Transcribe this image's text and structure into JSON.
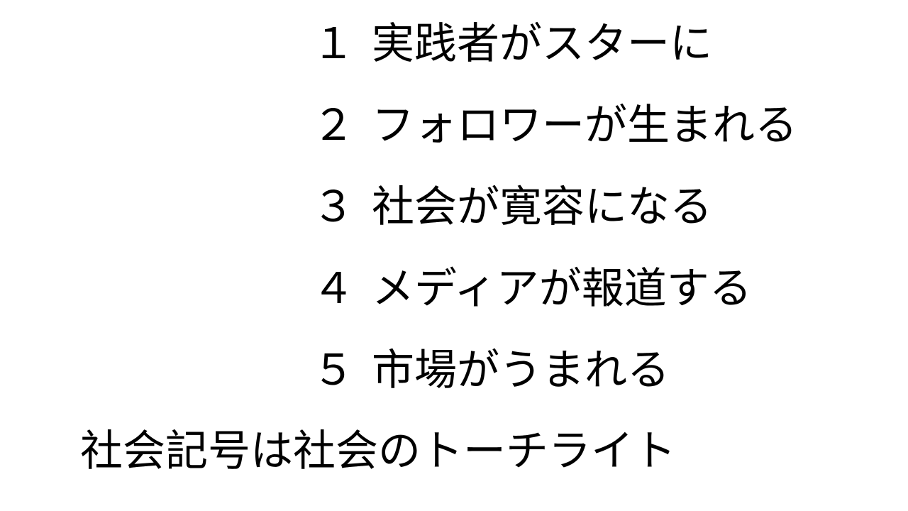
{
  "slide": {
    "items": [
      {
        "number": "１",
        "text": "実践者がスターに"
      },
      {
        "number": "２",
        "text": "フォロワーが生まれる"
      },
      {
        "number": "３",
        "text": "社会が寛容になる"
      },
      {
        "number": "４",
        "text": "メディアが報道する"
      },
      {
        "number": "５",
        "text": "市場がうまれる"
      }
    ],
    "footer": "社会記号は社会のトーチライト"
  }
}
